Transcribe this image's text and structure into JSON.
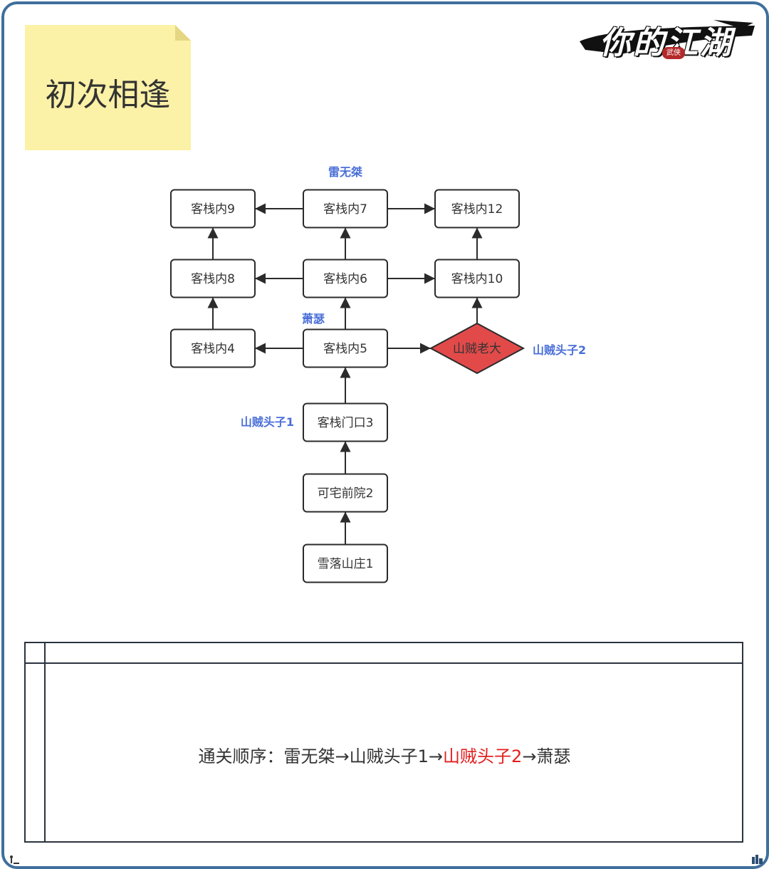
{
  "title": "初次相逢",
  "logo": {
    "text": "你的江湖",
    "seal": "武侠"
  },
  "nodes": [
    {
      "id": "n9",
      "label": "客栈内9"
    },
    {
      "id": "n7",
      "label": "客栈内7"
    },
    {
      "id": "n12",
      "label": "客栈内12"
    },
    {
      "id": "n8",
      "label": "客栈内8"
    },
    {
      "id": "n6",
      "label": "客栈内6"
    },
    {
      "id": "n10",
      "label": "客栈内10"
    },
    {
      "id": "n4",
      "label": "客栈内4"
    },
    {
      "id": "n5",
      "label": "客栈内5"
    },
    {
      "id": "boss",
      "label": "山贼老大"
    },
    {
      "id": "n3",
      "label": "客栈门口3"
    },
    {
      "id": "n2",
      "label": "可宅前院2"
    },
    {
      "id": "n1",
      "label": "雪落山庄1"
    }
  ],
  "edges": [
    {
      "from": "n1",
      "to": "n2"
    },
    {
      "from": "n2",
      "to": "n3"
    },
    {
      "from": "n3",
      "to": "n5"
    },
    {
      "from": "n5",
      "to": "n4"
    },
    {
      "from": "n5",
      "to": "n6"
    },
    {
      "from": "n5",
      "to": "boss"
    },
    {
      "from": "n4",
      "to": "n8"
    },
    {
      "from": "n6",
      "to": "n8"
    },
    {
      "from": "n6",
      "to": "n7"
    },
    {
      "from": "n6",
      "to": "n10"
    },
    {
      "from": "boss",
      "to": "n10"
    },
    {
      "from": "n8",
      "to": "n9"
    },
    {
      "from": "n7",
      "to": "n9"
    },
    {
      "from": "n7",
      "to": "n12"
    },
    {
      "from": "n10",
      "to": "n12"
    }
  ],
  "characters": [
    {
      "id": "c_lei",
      "label": "雷无桀"
    },
    {
      "id": "c_xiao",
      "label": "萧瑟"
    },
    {
      "id": "c_s2",
      "label": "山贼头子2"
    },
    {
      "id": "c_s1",
      "label": "山贼头子1"
    }
  ],
  "order": {
    "prefix": "通关顺序：雷无桀→山贼头子1→",
    "highlight": "山贼头子2",
    "suffix": "→萧瑟"
  },
  "colors": {
    "frame": "#3f6f9c",
    "sticky": "#fbf1a7",
    "boss_fill": "#e24a4a",
    "character_label": "#4a6fd8",
    "highlight": "#e41e1e"
  },
  "icons": [
    "fold-corner-icon",
    "logo-seal-icon",
    "person-icon",
    "city-icon"
  ]
}
